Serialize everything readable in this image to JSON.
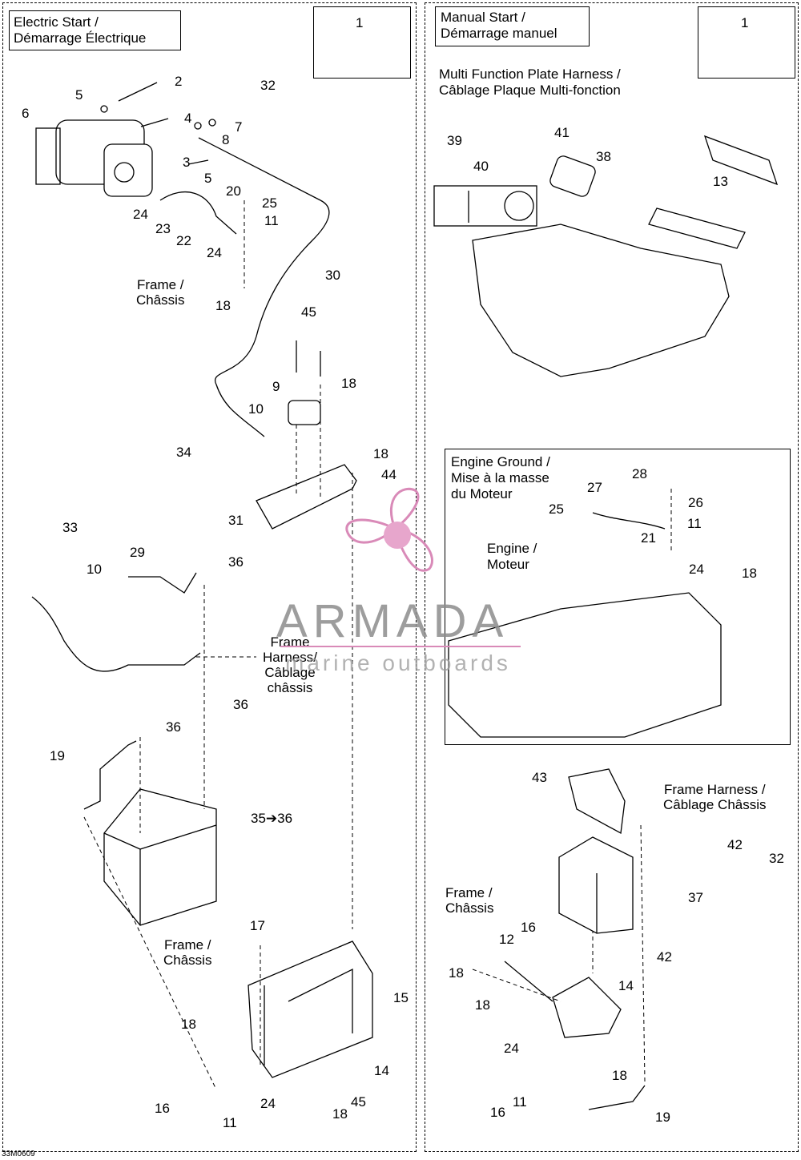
{
  "left_panel": {
    "title": "Electric Start /\nDémarrage Électrique",
    "inset_number": "1"
  },
  "right_top_panel": {
    "title": "Manual Start /\nDémarrage manuel",
    "inset_number": "1",
    "subtitle": "Multi Function Plate Harness /\nCâblage Plaque Multi-fonction"
  },
  "engine_ground_panel": {
    "title": "Engine Ground /\nMise à la masse\ndu Moteur",
    "engine_label": "Engine /\nMoteur"
  },
  "labels": {
    "frame_chassis_1": "Frame /\nChâssis",
    "frame_harness_left": "Frame\nHarness/\nCâblage\nchâssis",
    "frame_chassis_2": "Frame /\nChâssis",
    "frame_harness_right": "Frame Harness /\nCâblage Châssis",
    "frame_chassis_3": "Frame /\nChâssis",
    "arrow_note": "35➔36"
  },
  "callouts": [
    {
      "text": "2"
    },
    {
      "text": "5"
    },
    {
      "text": "32"
    },
    {
      "text": "6"
    },
    {
      "text": "4"
    },
    {
      "text": "7"
    },
    {
      "text": "8"
    },
    {
      "text": "3"
    },
    {
      "text": "5"
    },
    {
      "text": "20"
    },
    {
      "text": "25"
    },
    {
      "text": "24"
    },
    {
      "text": "23"
    },
    {
      "text": "11"
    },
    {
      "text": "22"
    },
    {
      "text": "24"
    },
    {
      "text": "30"
    },
    {
      "text": "18"
    },
    {
      "text": "45"
    },
    {
      "text": "18"
    },
    {
      "text": "9"
    },
    {
      "text": "10"
    },
    {
      "text": "34"
    },
    {
      "text": "18"
    },
    {
      "text": "44"
    },
    {
      "text": "31"
    },
    {
      "text": "33"
    },
    {
      "text": "29"
    },
    {
      "text": "36"
    },
    {
      "text": "10"
    },
    {
      "text": "36"
    },
    {
      "text": "36"
    },
    {
      "text": "19"
    },
    {
      "text": "17"
    },
    {
      "text": "15"
    },
    {
      "text": "18"
    },
    {
      "text": "14"
    },
    {
      "text": "24"
    },
    {
      "text": "16"
    },
    {
      "text": "11"
    },
    {
      "text": "18"
    },
    {
      "text": "45"
    },
    {
      "text": "39"
    },
    {
      "text": "41"
    },
    {
      "text": "38"
    },
    {
      "text": "40"
    },
    {
      "text": "13"
    },
    {
      "text": "28"
    },
    {
      "text": "27"
    },
    {
      "text": "25"
    },
    {
      "text": "26"
    },
    {
      "text": "11"
    },
    {
      "text": "21"
    },
    {
      "text": "24"
    },
    {
      "text": "18"
    },
    {
      "text": "43"
    },
    {
      "text": "42"
    },
    {
      "text": "32"
    },
    {
      "text": "37"
    },
    {
      "text": "16"
    },
    {
      "text": "12"
    },
    {
      "text": "42"
    },
    {
      "text": "18"
    },
    {
      "text": "14"
    },
    {
      "text": "18"
    },
    {
      "text": "24"
    },
    {
      "text": "18"
    },
    {
      "text": "11"
    },
    {
      "text": "16"
    },
    {
      "text": "19"
    }
  ],
  "watermark": {
    "brand": "ARMADA",
    "tagline": "marine outboards",
    "color": "#d98ab8"
  },
  "figure_code": "33M0609"
}
